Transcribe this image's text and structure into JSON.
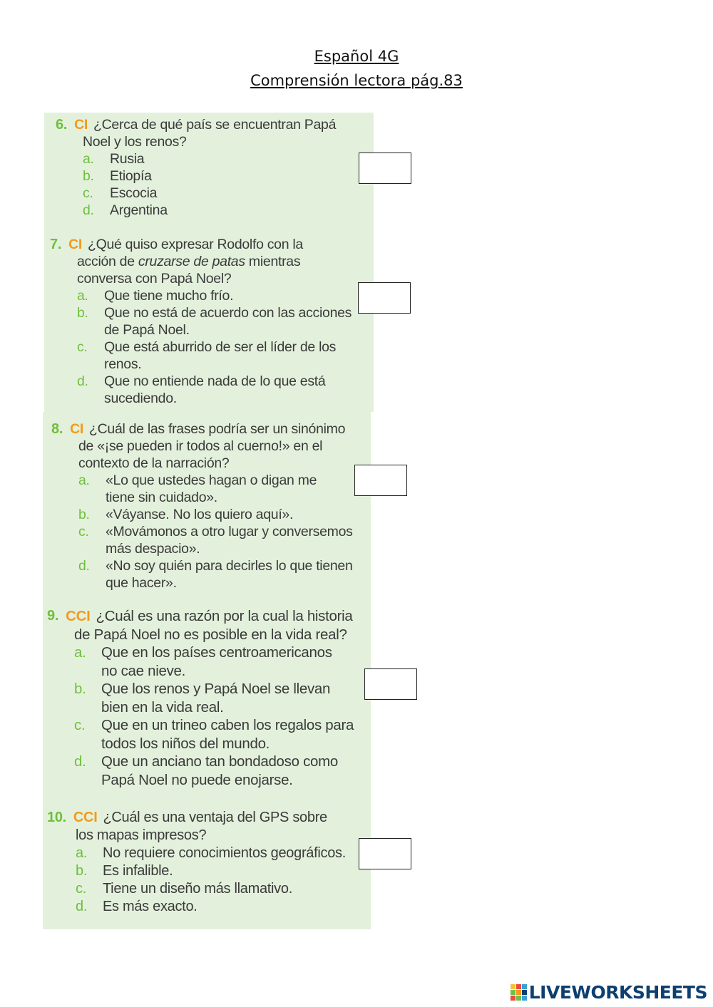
{
  "header": {
    "line1": "Español 4G",
    "line2": "Comprensión lectora pág.83"
  },
  "questions": [
    {
      "num": "6.",
      "tag": "CI",
      "lines": [
        "¿Cerca de qué país se encuentran Papá",
        "Noel y los renos?"
      ],
      "options": [
        {
          "letter": "a.",
          "lines": [
            "Rusia"
          ]
        },
        {
          "letter": "b.",
          "lines": [
            "Etiopía"
          ]
        },
        {
          "letter": "c.",
          "lines": [
            "Escocia"
          ]
        },
        {
          "letter": "d.",
          "lines": [
            "Argentina"
          ]
        }
      ]
    },
    {
      "num": "7.",
      "tag": "CI",
      "lines": [
        "¿Qué quiso expresar Rodolfo con la",
        "acción de cruzarse de patas mientras",
        "conversa con Papá Noel?"
      ],
      "options": [
        {
          "letter": "a.",
          "lines": [
            "Que tiene mucho frío."
          ]
        },
        {
          "letter": "b.",
          "lines": [
            "Que no está de acuerdo con las acciones",
            "de Papá Noel."
          ]
        },
        {
          "letter": "c.",
          "lines": [
            "Que está aburrido de ser el líder de los",
            "renos."
          ]
        },
        {
          "letter": "d.",
          "lines": [
            "Que no entiende nada de lo que está",
            "sucediendo."
          ]
        }
      ]
    },
    {
      "num": "8.",
      "tag": "CI",
      "lines": [
        "¿Cuál de las frases podría ser un sinónimo",
        "de «¡se pueden ir todos al cuerno!» en el",
        "contexto de la narración?"
      ],
      "options": [
        {
          "letter": "a.",
          "lines": [
            "«Lo que ustedes hagan o digan me",
            "tiene sin cuidado»."
          ]
        },
        {
          "letter": "b.",
          "lines": [
            "«Váyanse. No los quiero aquí»."
          ]
        },
        {
          "letter": "c.",
          "lines": [
            "«Movámonos a otro lugar y conversemos",
            "más despacio»."
          ]
        },
        {
          "letter": "d.",
          "lines": [
            "«No soy quién para decirles lo que tienen",
            "que hacer»."
          ]
        }
      ]
    },
    {
      "num": "9.",
      "tag": "CCI",
      "lines": [
        "¿Cuál es una razón por la cual la historia",
        "de Papá Noel no es posible en la vida real?"
      ],
      "options": [
        {
          "letter": "a.",
          "lines": [
            "Que en los países centroamericanos",
            "no cae nieve."
          ]
        },
        {
          "letter": "b.",
          "lines": [
            "Que los renos y Papá Noel se llevan",
            "bien en la vida real."
          ]
        },
        {
          "letter": "c.",
          "lines": [
            "Que en un trineo caben los regalos para",
            "todos los niños del mundo."
          ]
        },
        {
          "letter": "d.",
          "lines": [
            "Que un anciano tan bondadoso como",
            "Papá Noel no puede enojarse."
          ]
        }
      ]
    },
    {
      "num": "10.",
      "tag": "CCI",
      "lines": [
        "¿Cuál es una ventaja del GPS sobre",
        "los mapas impresos?"
      ],
      "options": [
        {
          "letter": "a.",
          "lines": [
            "No requiere conocimientos geográficos."
          ]
        },
        {
          "letter": "b.",
          "lines": [
            "Es infalible."
          ]
        },
        {
          "letter": "c.",
          "lines": [
            "Tiene un diseño más llamativo."
          ]
        },
        {
          "letter": "d.",
          "lines": [
            "Es más exacto."
          ]
        }
      ]
    }
  ],
  "logo": {
    "text": "LIVEWORKSHEETS",
    "colors": [
      "#f6c03b",
      "#e94b3c",
      "#3aa0d8",
      "#6bbf4e",
      "#f39a1e",
      "#0d3f6f",
      "#e94b3c",
      "#6bbf4e",
      "#3aa0d8"
    ]
  }
}
